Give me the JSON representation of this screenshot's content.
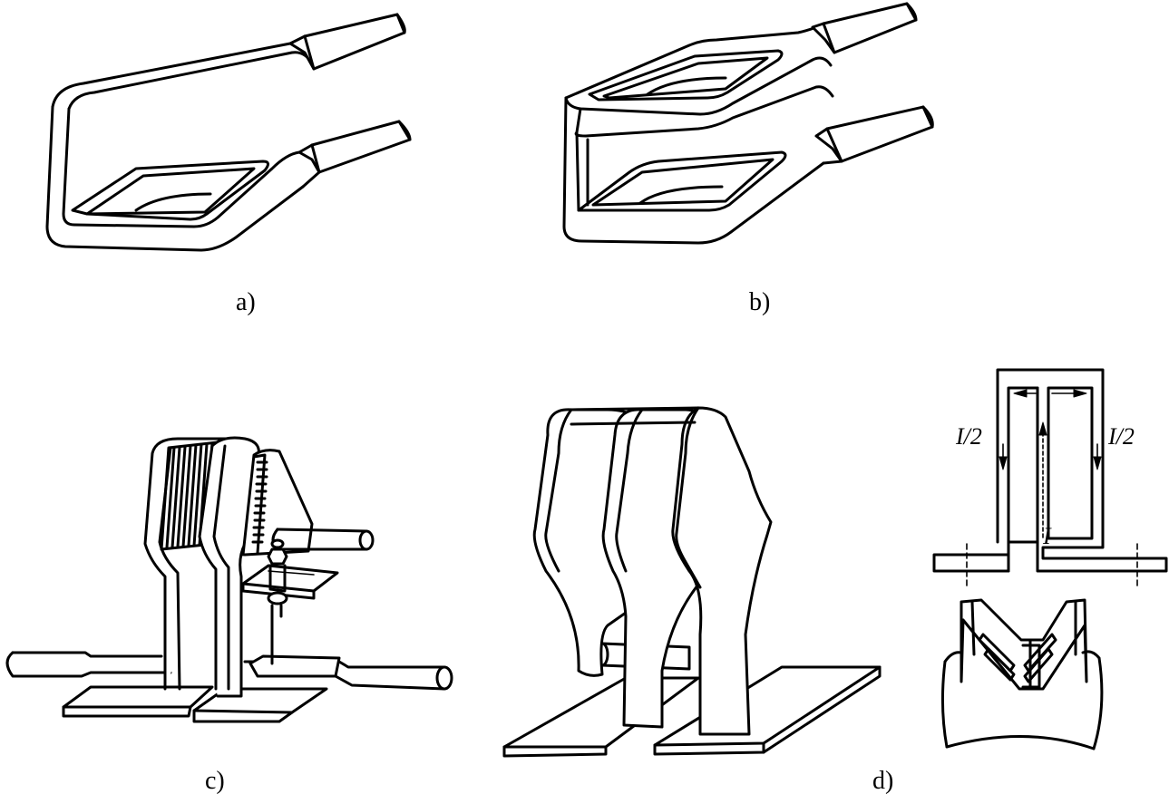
{
  "captions": {
    "a": "a)",
    "b": "b)",
    "c": "c)",
    "d": "d)"
  },
  "current_labels": {
    "left_half": "I/2",
    "right_half": "I/2",
    "full": "I"
  }
}
